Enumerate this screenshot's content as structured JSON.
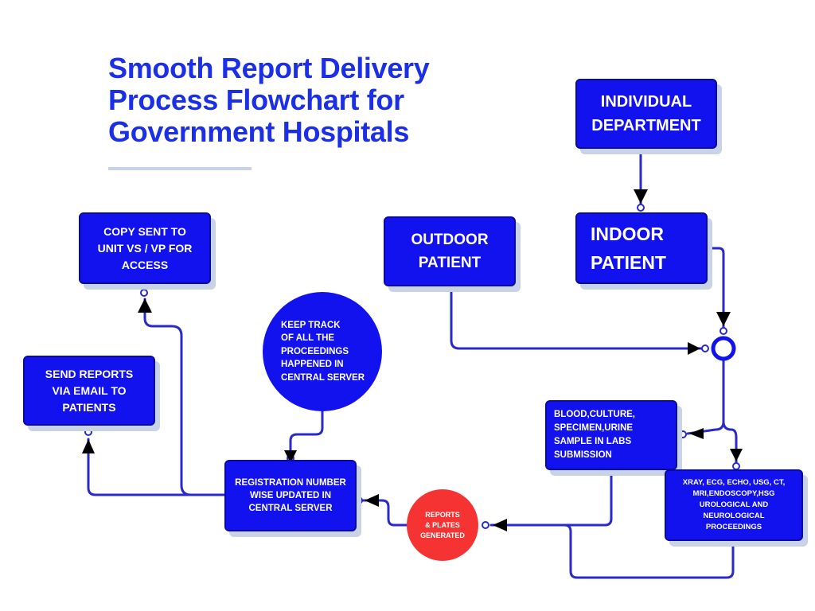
{
  "title": "Smooth Report Delivery Process Flowchart for Government Hospitals",
  "nodes": {
    "individual_department": "INDIVIDUAL\nDEPARTMENT",
    "indoor_patient": "INDOOR\nPATIENT",
    "outdoor_patient": "OUTDOOR\nPATIENT",
    "copy_sent": "COPY SENT TO\nUNIT VS / VP FOR\nACCESS",
    "send_reports": "SEND REPORTS\nVIA EMAIL TO\nPATIENTS",
    "keep_track": "KEEP TRACK\nOF ALL THE\nPROCEEDINGS\nHAPPENED  IN\nCENTRAL SERVER",
    "registration": "REGISTRATION NUMBER\nWISE UPDATED IN\nCENTRAL SERVER",
    "reports_plates": "REPORTS\n& PLATES\nGENERATED",
    "blood_culture": "BLOOD,CULTURE,\nSPECIMEN,URINE\nSAMPLE IN LABS\nSUBMISSION",
    "xray": "XRAY, ECG, ECHO, USG, CT,\nMRI,ENDOSCOPY,HSG\nUROLOGICAL AND\nNEUROLOGICAL\nPROCEEDINGS"
  },
  "colors": {
    "accent_blue": "#1212ee",
    "title_blue": "#1a2fe6",
    "connector_blue": "#2a2ac8",
    "reports_red": "#f63333",
    "shadow": "#c9d3e6"
  }
}
